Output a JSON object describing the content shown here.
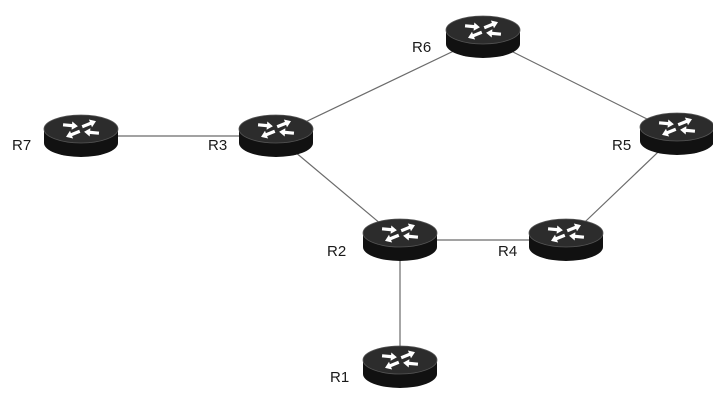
{
  "routers": [
    {
      "id": "R6",
      "label": "R6"
    },
    {
      "id": "R7",
      "label": "R7"
    },
    {
      "id": "R3",
      "label": "R3"
    },
    {
      "id": "R5",
      "label": "R5"
    },
    {
      "id": "R2",
      "label": "R2"
    },
    {
      "id": "R4",
      "label": "R4"
    },
    {
      "id": "R1",
      "label": "R1"
    }
  ],
  "links": [
    [
      "R7",
      "R3"
    ],
    [
      "R3",
      "R6"
    ],
    [
      "R6",
      "R5"
    ],
    [
      "R3",
      "R2"
    ],
    [
      "R2",
      "R4"
    ],
    [
      "R4",
      "R5"
    ],
    [
      "R2",
      "R1"
    ]
  ],
  "icon": "router-icon",
  "colors": {
    "router_top": "#2c2c2c",
    "router_side": "#111111",
    "arrow": "#ffffff",
    "link": "#6b6b6b"
  }
}
